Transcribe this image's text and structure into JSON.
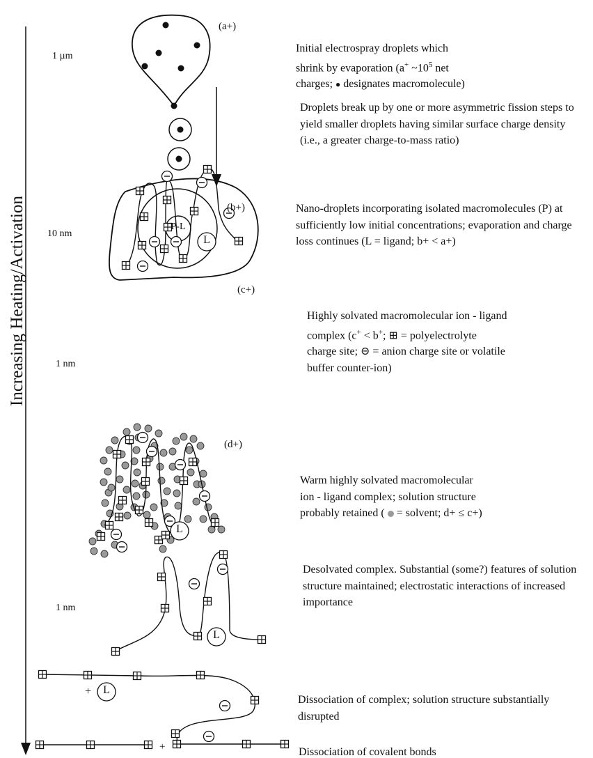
{
  "axis_label": "Increasing Heating/Activation",
  "scale_labels": {
    "a": "1 µm",
    "b": "10 nm",
    "c": "1 nm",
    "e": "1 nm"
  },
  "stage_labels": {
    "a": "(a+)",
    "b": "(b+)",
    "c": "(c+)",
    "d": "(d+)"
  },
  "glyphs": {
    "pl": "P-L",
    "ligand": "L",
    "plus": "+"
  },
  "descriptions": {
    "a_l1": "Initial electrospray droplets which",
    "a_l2_pre": "shrink by evaporation (a",
    "a_sup_plus": "+",
    "a_l2_mid": " ~10",
    "a_sup_5": "5",
    "a_l2_post": " net",
    "a_l3_pre": "charges; ",
    "dot_symbol": "●",
    "a_l3_post": " designates macromolecule)",
    "fission": "Droplets break up by one or more asymmetric fission steps to yield smaller droplets having similar surface charge density (i.e., a greater charge-to-mass ratio)",
    "b": "Nano-droplets incorporating isolated macromolecules (P) at sufficiently low initial concentrations; evaporation and charge loss continues (L = ligand; b+ < a+)",
    "c_l1": "Highly solvated macromolecular ion - ligand",
    "c_l2_pre": "complex (c",
    "c_sup1": "+",
    "c_l2_mid": " < b",
    "c_sup2": "+",
    "c_l2_mid2": "; ",
    "c_plus_symbol": "⊞",
    "c_l2_post": " = polyelectrolyte",
    "c_l3_pre": "charge site; ",
    "c_minus_symbol": "⊝",
    "c_l3_post": " = anion charge site or volatile",
    "c_l4": "buffer counter-ion)",
    "d_l1": "Warm highly solvated macromolecular",
    "d_l2": "ion - ligand complex; solution structure",
    "d_l3_pre": "probably retained ( ",
    "d_l3_post": " = solvent; d+ ≤ c+)",
    "e": "Desolvated complex.  Substantial (some?) features of solution structure maintained; electrostatic interactions of increased importance",
    "f": "Dissociation of complex; solution structure substantially disrupted",
    "g": "Dissociation of covalent bonds"
  }
}
